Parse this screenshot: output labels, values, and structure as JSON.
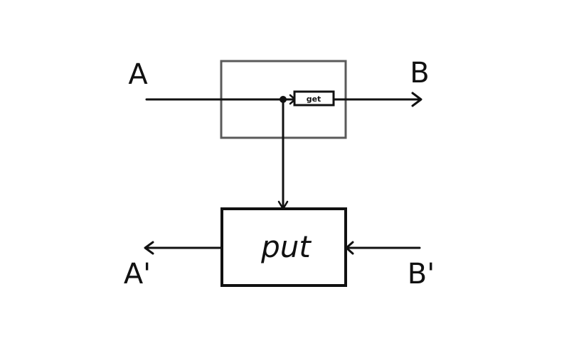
{
  "diagram": {
    "labels": {
      "a": "A",
      "b": "B",
      "a_prime": "A'",
      "b_prime": "B'"
    },
    "boxes": {
      "get": "get",
      "put": "put"
    },
    "colors": {
      "ink": "#111111",
      "outer_box": "#5a5a5a",
      "background": "#ffffff"
    }
  }
}
